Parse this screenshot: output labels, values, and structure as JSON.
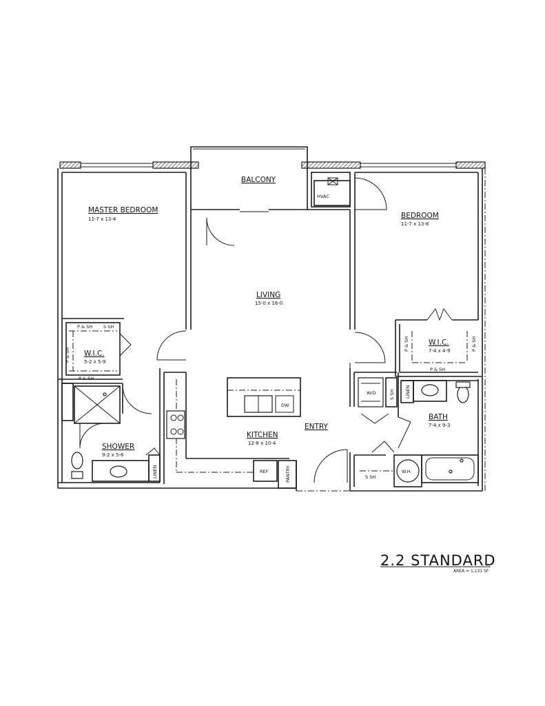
{
  "plan": {
    "name": "2.2 STANDARD",
    "area": "AREA = 1,131 SF"
  },
  "rooms": {
    "balcony": {
      "label": "BALCONY"
    },
    "master_bedroom": {
      "label": "MASTER BEDROOM",
      "dims": "11-7 x 13-4"
    },
    "bedroom": {
      "label": "BEDROOM",
      "dims": "11-7 x 13-8"
    },
    "living": {
      "label": "LIVING",
      "dims": "15-0 x 16-0"
    },
    "wic_master": {
      "label": "W.I.C.",
      "dims": "5-2 x 5-9"
    },
    "wic_bedroom": {
      "label": "W.I.C.",
      "dims": "7-4 x 4-9"
    },
    "kitchen": {
      "label": "KITCHEN",
      "dims": "12-8 x 10-4"
    },
    "entry": {
      "label": "ENTRY"
    },
    "bath": {
      "label": "BATH",
      "dims": "7-4 x 9-3"
    },
    "shower": {
      "label": "SHOWER",
      "dims": "9-2 x 5-6"
    }
  },
  "fixtures": {
    "hvac": "HVAC",
    "dw": "DW",
    "ref": "REF",
    "pantry": "PANTRY",
    "wd": "W/D",
    "wh": "W.H.",
    "linen_bath": "LINEN",
    "linen_shower": "LINEN",
    "ssh_laundry": "S SH",
    "ssh_bath": "S SH",
    "psh_master_top": "P & SH",
    "ssh_master_top": "S SH",
    "psh_master_bottom": "P & SH",
    "psh_master_side": "P & SH",
    "psh_bed_bottom": "P & SH",
    "psh_bed_left": "P & SH",
    "psh_bed_right": "P & SH"
  }
}
